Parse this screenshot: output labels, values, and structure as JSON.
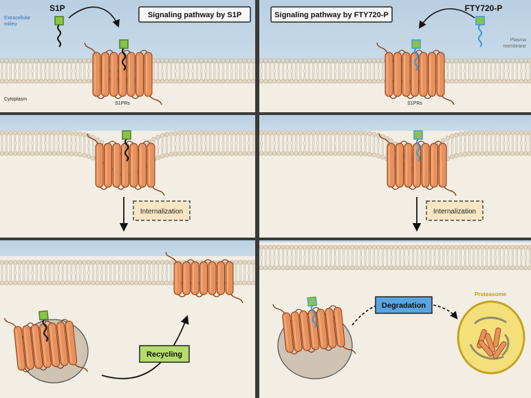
{
  "labels": {
    "left_title": "Signaling pathway by S1P",
    "right_title": "Signaling pathway by FTY720-P",
    "s1p": "S1P",
    "fty": "FTY720-P",
    "extracellular_1": "Extracellular",
    "extracellular_2": "milieu",
    "plasma_1": "Plasma",
    "plasma_2": "membrane",
    "cytoplasm": "Cytoplasm",
    "receptors_left": "S1PRs",
    "receptors_right": "S1PRs",
    "internalization_left": "Internalization",
    "internalization_right": "Internalization",
    "recycling": "Recycling",
    "degradation": "Degradation",
    "proteasome": "Proteasome"
  },
  "colors": {
    "background": "#3a3a3a",
    "extracellular": "#c9dbe9",
    "cytoplasm": "#f2eee4",
    "lipid_head": "#e3d6c2",
    "receptor": "#e8915b",
    "receptor_edge": "#8b3a16",
    "ligand_green": "#8bc34a",
    "ligand_fty": "#3a9ad9",
    "title_box": "#f7f7f7",
    "internalization_box": "#f8e6c3",
    "recycling_box": "#b5dc6c",
    "degradation_box": "#5ba4e0",
    "proteasome_fill": "#f3e07a",
    "proteasome_edge": "#c5a21e",
    "proteasome_label": "#c29a1a",
    "extracellular_label": "#2a6fb5",
    "endosome": "#cfc4b3"
  }
}
